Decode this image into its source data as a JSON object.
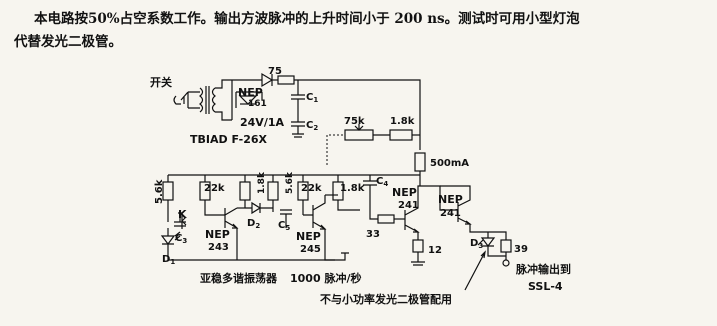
{
  "intro": {
    "line1": "本电路按50%占空系数工作。输出方波脉冲的上升时间小于 200 ns。测试时可用小型灯泡",
    "line2": "代替发光二极管。"
  },
  "labels": {
    "switch": "开关",
    "r75": "75",
    "nep161": "NEP",
    "nep161_num": "161",
    "c1": "C",
    "c1_sub": "1",
    "c2": "C",
    "c2_sub": "2",
    "supply": "24V/1A",
    "transformer": "TBIAD F-26X",
    "pot75k": "75k",
    "r18k_top": "1.8k",
    "fuse": "500mA",
    "r56k_left": "5.6k",
    "r22k_a": "22k",
    "r18k_a": "1.8k",
    "r56k_b": "5.6k",
    "r22k_b": "22k",
    "r18k_b": "1.8k",
    "c3": "C",
    "c3_sub": "3",
    "c4": "C",
    "c4_sub": "4",
    "c5": "C",
    "c5_sub": "5",
    "d1": "D",
    "d1_sub": "1",
    "d2": "D",
    "d2_sub": "2",
    "d3": "D",
    "d3_sub": "3",
    "nep243": "NEP",
    "nep243_num": "243",
    "nep245": "NEP",
    "nep245_num": "245",
    "nep241a": "NEP",
    "nep241a_num": "241",
    "nep241b": "NEP",
    "nep241b_num": "241",
    "r33": "33",
    "r12": "12",
    "r39": "39",
    "k_mark": "K",
    "multivibrator": "亚稳多谐振荡器",
    "pulses": "1000 脉冲/秒",
    "output": "脉冲输出到",
    "output_target": "SSL-4",
    "note": "不与小功率发光二极管配用"
  }
}
